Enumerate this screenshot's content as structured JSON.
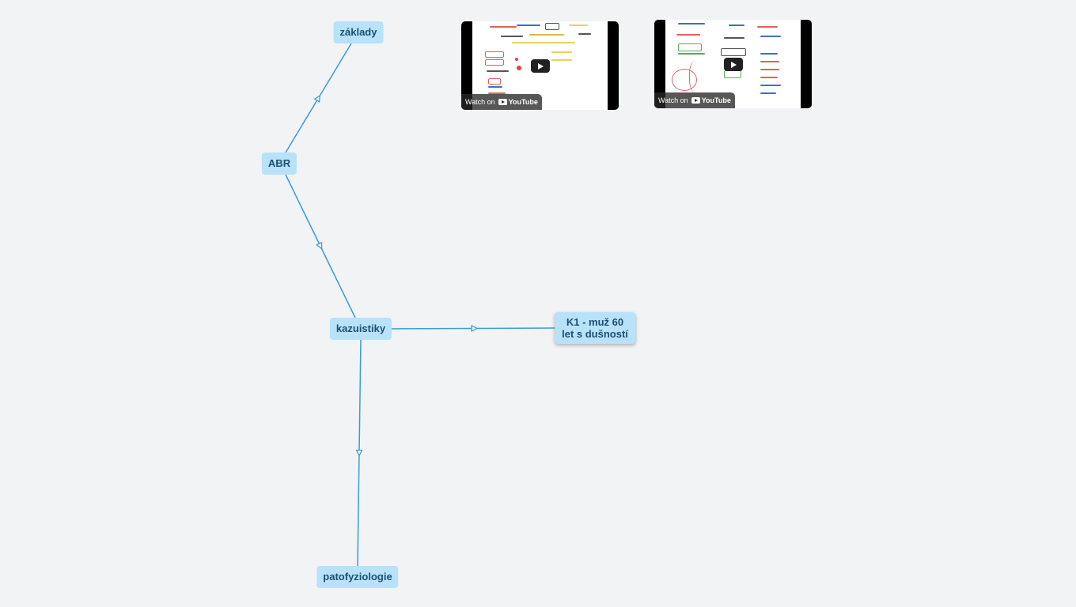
{
  "diagram": {
    "edge_color": "#3a9bd5",
    "node_color": "#b8e2f9",
    "text_color": "#1c4f73",
    "nodes": [
      {
        "id": "zaklady",
        "label": "základy"
      },
      {
        "id": "abr",
        "label": "ABR"
      },
      {
        "id": "kazuistiky",
        "label": "kazuistiky"
      },
      {
        "id": "k1",
        "label_lines": [
          "K1 - muž 60",
          "let s dušností"
        ],
        "selected": true
      },
      {
        "id": "patofyziologie",
        "label": "patofyziologie"
      }
    ],
    "edges": [
      {
        "from": "abr",
        "to": "zaklady"
      },
      {
        "from": "abr",
        "to": "kazuistiky"
      },
      {
        "from": "kazuistiky",
        "to": "k1"
      },
      {
        "from": "kazuistiky",
        "to": "patofyziologie"
      }
    ]
  },
  "videos": [
    {
      "id": "video-1",
      "watch_label": "Watch on",
      "platform": "YouTube",
      "icon": "play-icon"
    },
    {
      "id": "video-2",
      "watch_label": "Watch on",
      "platform": "YouTube",
      "icon": "play-icon"
    }
  ]
}
